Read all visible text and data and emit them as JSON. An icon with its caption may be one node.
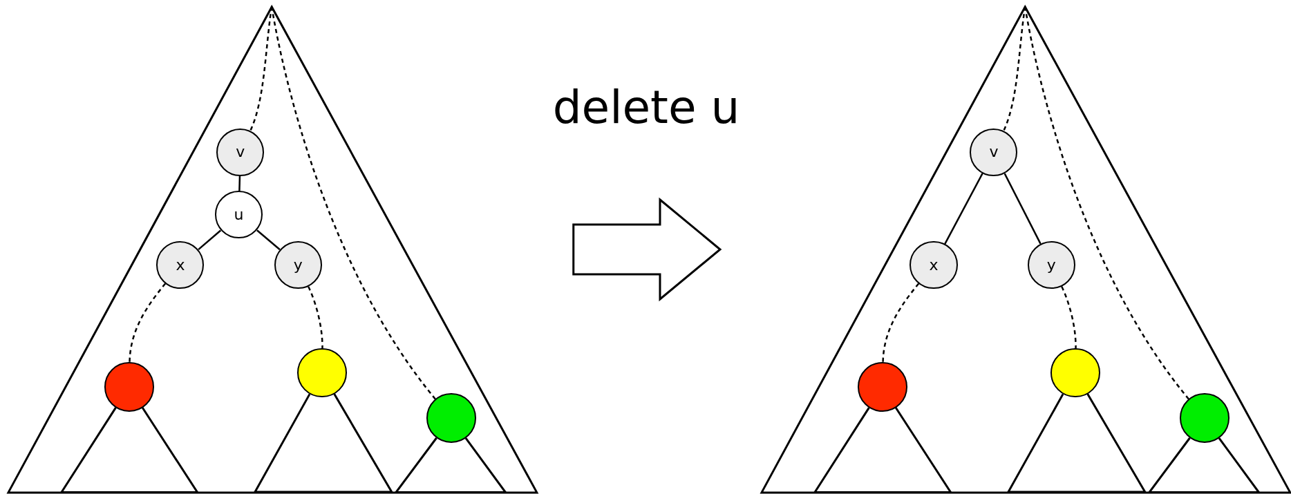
{
  "diagram": {
    "nodes": [
      {
        "text": [],
        "shape": "triangle"
      },
      {
        "text": [
          "v"
        ],
        "in": 0
      },
      {
        "text": [
          "u"
        ],
        "in": 0
      },
      {
        "text": [
          "x"
        ],
        "in": 0
      },
      {
        "text": [
          "y"
        ],
        "in": 0
      },
      {
        "text": [],
        "shape": "circle",
        "in": 0
      },
      {
        "text": [],
        "shape": "circle",
        "in": 0
      },
      {
        "text": [],
        "shape": "circle",
        "in": 0
      },
      {
        "text": [],
        "shape": "triangle",
        "in": 0
      },
      {
        "text": [],
        "shape": "triangle",
        "in": 0
      },
      {
        "text": [],
        "shape": "triangle",
        "in": 0
      },
      {
        "text": [],
        "shape": "triangle"
      },
      {
        "text": [
          "v"
        ],
        "in": 11
      },
      {
        "text": [
          "x"
        ],
        "in": 11
      },
      {
        "text": [
          "y"
        ],
        "in": 11
      },
      {
        "text": [],
        "shape": "circle",
        "in": 11
      },
      {
        "text": [],
        "shape": "circle",
        "in": 11
      },
      {
        "text": [],
        "shape": "circle",
        "in": 11
      },
      {
        "text": [],
        "shape": "triangle",
        "in": 11
      },
      {
        "text": [],
        "shape": "triangle",
        "in": 11
      },
      {
        "text": [],
        "shape": "triangle",
        "in": 11
      }
    ],
    "edges": [
      {
        "from": 0,
        "to": 1,
        "arrow": "none",
        "style": "dashed"
      },
      {
        "from": 0,
        "to": 7,
        "arrow": "none",
        "style": "dashed"
      },
      {
        "from": 1,
        "to": 2,
        "arrow": "none"
      },
      {
        "from": 2,
        "to": 3,
        "arrow": "none"
      },
      {
        "from": 2,
        "to": 4,
        "arrow": "none"
      },
      {
        "from": 3,
        "to": 5,
        "arrow": "none",
        "style": "dashed"
      },
      {
        "from": 4,
        "to": 6,
        "arrow": "none",
        "style": "dashed"
      },
      {
        "from": 0,
        "to": 11,
        "arrow": "to",
        "style": "thick"
      },
      {
        "from": 11,
        "to": 12,
        "arrow": "none",
        "style": "dashed"
      },
      {
        "from": 11,
        "to": 17,
        "arrow": "none",
        "style": "dashed"
      },
      {
        "from": 12,
        "to": 13,
        "arrow": "none"
      },
      {
        "from": 12,
        "to": 14,
        "arrow": "none"
      },
      {
        "from": 13,
        "to": 15,
        "arrow": "none",
        "style": "dashed"
      },
      {
        "from": 14,
        "to": 16,
        "arrow": "none",
        "style": "dashed"
      }
    ],
    "labels": [
      "delete u"
    ]
  }
}
